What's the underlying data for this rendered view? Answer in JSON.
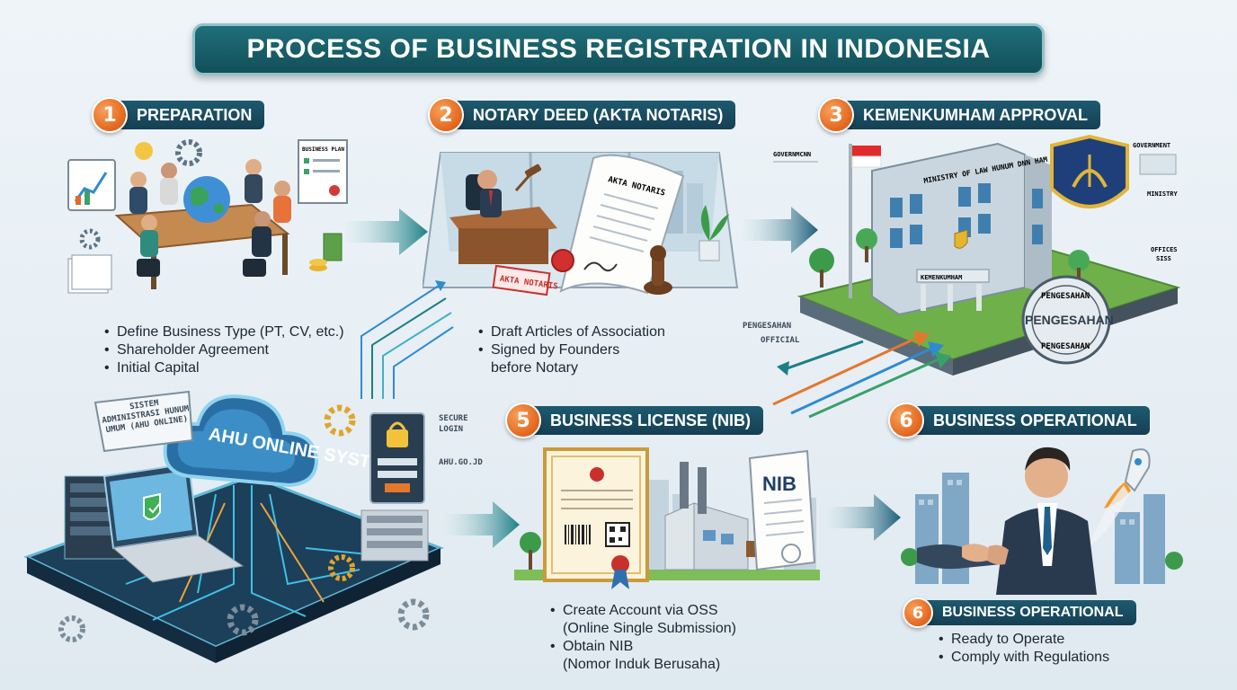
{
  "title": "PROCESS OF BUSINESS REGISTRATION IN INDONESIA",
  "steps": [
    {
      "number": "1",
      "label": "PREPARATION",
      "bullets": [
        "Define Business Type (PT, CV, etc.)",
        "Shareholder Agreement",
        "Initial Capital"
      ],
      "art_text": {
        "plan": "BUSINESS PLAN"
      }
    },
    {
      "number": "2",
      "label": "NOTARY DEED (AKTA NOTARIS)",
      "bullets": [
        "Draft Articles of Association",
        "Signed by Founders",
        "before Notary"
      ],
      "art_text": {
        "deed": "AKTA NOTARIS",
        "stamp": "AKTA NOTARIS"
      }
    },
    {
      "number": "3",
      "label": "KEMENKUMHAM APPROVAL",
      "art_text": {
        "building_sign": "MINISTRY OF LAW HUNUM DNN HAM RI",
        "entrance_sign": "KEMENKUMHAM",
        "seal_main": "PENGESAHAN",
        "seal_top": "PENGESAHAN",
        "seal_bottom": "PENGESAHAN",
        "left_note_top": "GOVERNMCNN",
        "left_note_a": "PENGESAHAN",
        "left_note_b": "OFFICIAL",
        "right_note_a": "GOVERNMENT",
        "right_note_b": "MINISTRY",
        "right_note_c": "OFFICES",
        "right_note_d": "SISS"
      }
    },
    {
      "number": "5",
      "label": "BUSINESS LICENSE (NIB)",
      "bullets": [
        "Create Account via OSS",
        "(Online Single Submission)",
        "Obtain NIB",
        "(Nomor Induk Berusaha)"
      ],
      "art_text": {
        "doc": "NIB"
      }
    },
    {
      "number": "6",
      "label": "BUSINESS OPERATIONAL"
    },
    {
      "number": "6",
      "label": "BUSINESS OPERATIONAL",
      "bullets": [
        "Ready to Operate",
        "Comply with Regulations"
      ]
    }
  ],
  "ahu": {
    "cloud_text": "AHU ONLINE SYSTEM",
    "callout": "SISTEM ADMINISTRASI HUNUM UMUM (AHU ONLINE)",
    "secure_login": "SECURE LOGIN",
    "url": "AHU.GO.JD"
  },
  "colors": {
    "title_bg": "#124f59",
    "step_badge": "#e3651d",
    "label_bg": "#163f52",
    "arrow": "#1d7f86"
  }
}
